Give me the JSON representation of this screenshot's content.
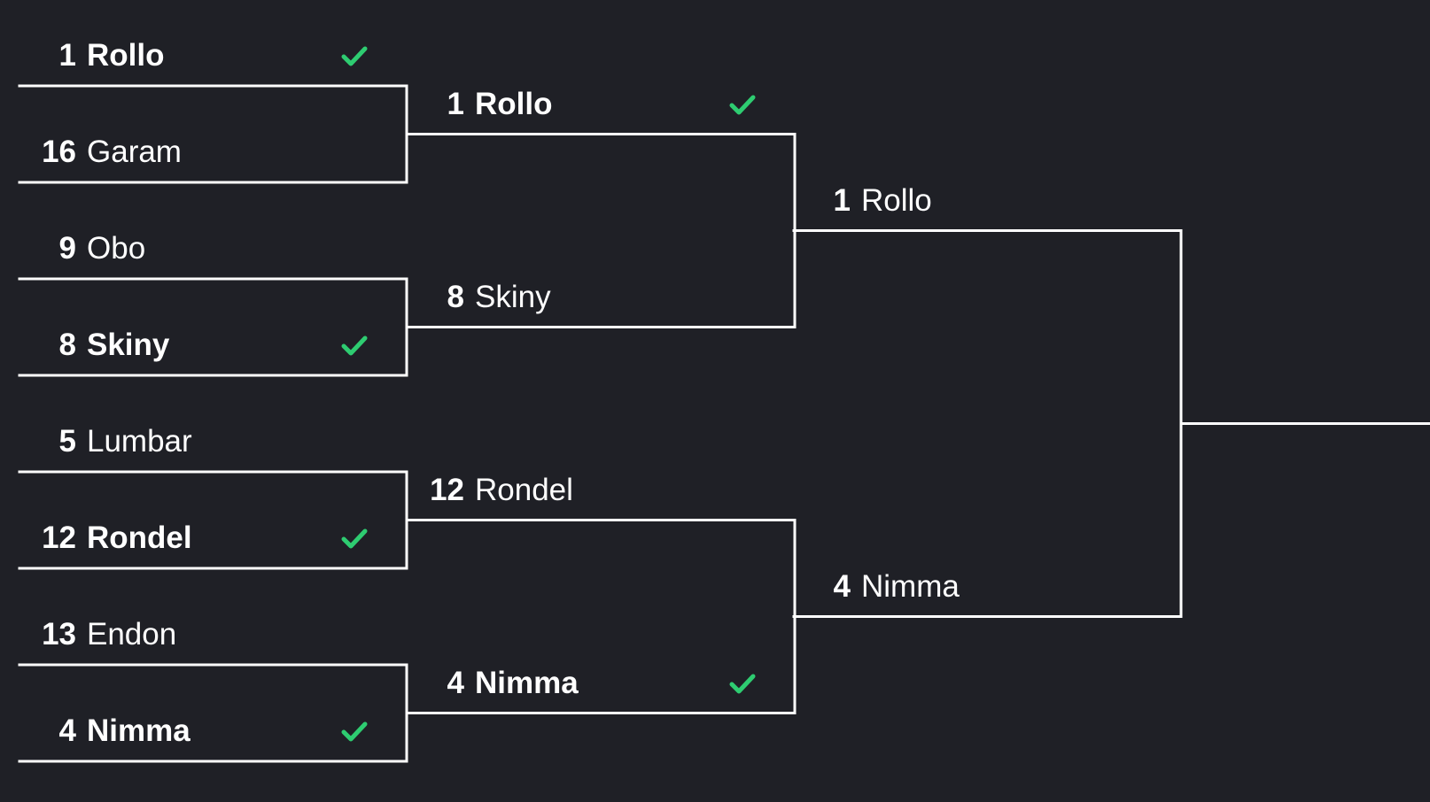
{
  "colors": {
    "background": "#1f2026",
    "line": "#ffffff",
    "text": "#ffffff",
    "winner_check": "#2ecc71"
  },
  "rounds": [
    {
      "matches": [
        {
          "teams": [
            {
              "seed": "1",
              "name": "Rollo",
              "winner": true
            },
            {
              "seed": "16",
              "name": "Garam",
              "winner": false
            }
          ]
        },
        {
          "teams": [
            {
              "seed": "9",
              "name": "Obo",
              "winner": false
            },
            {
              "seed": "8",
              "name": "Skiny",
              "winner": true
            }
          ]
        },
        {
          "teams": [
            {
              "seed": "5",
              "name": "Lumbar",
              "winner": false
            },
            {
              "seed": "12",
              "name": "Rondel",
              "winner": true
            }
          ]
        },
        {
          "teams": [
            {
              "seed": "13",
              "name": "Endon",
              "winner": false
            },
            {
              "seed": "4",
              "name": "Nimma",
              "winner": true
            }
          ]
        }
      ]
    },
    {
      "matches": [
        {
          "teams": [
            {
              "seed": "1",
              "name": "Rollo",
              "winner": true
            },
            {
              "seed": "8",
              "name": "Skiny",
              "winner": false
            }
          ]
        },
        {
          "teams": [
            {
              "seed": "12",
              "name": "Rondel",
              "winner": false
            },
            {
              "seed": "4",
              "name": "Nimma",
              "winner": true
            }
          ]
        }
      ]
    },
    {
      "matches": [
        {
          "teams": [
            {
              "seed": "1",
              "name": "Rollo",
              "winner": false
            },
            {
              "seed": "4",
              "name": "Nimma",
              "winner": false
            }
          ]
        }
      ]
    }
  ]
}
